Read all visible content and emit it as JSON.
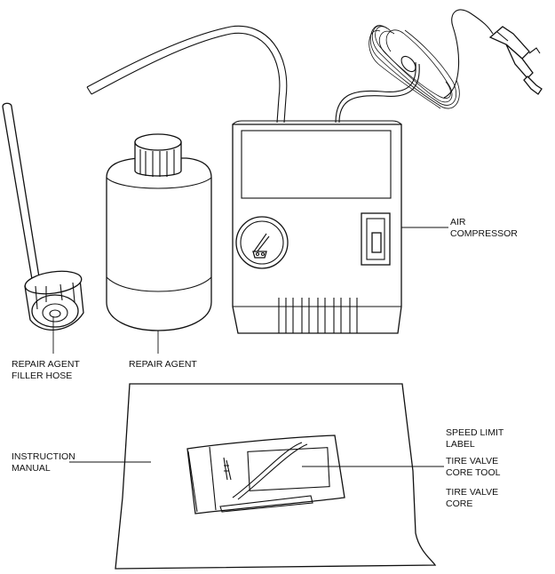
{
  "diagram": {
    "labels": {
      "air_compressor": [
        "AIR",
        "COMPRESSOR"
      ],
      "repair_agent_filler_hose": [
        "REPAIR AGENT",
        "FILLER HOSE"
      ],
      "repair_agent": [
        "REPAIR AGENT"
      ],
      "instruction_manual": [
        "INSTRUCTION",
        "MANUAL"
      ],
      "speed_limit_label": [
        "SPEED LIMIT",
        "LABEL"
      ],
      "tire_valve_core_tool": [
        "TIRE VALVE",
        "CORE TOOL"
      ],
      "tire_valve_core": [
        "TIRE VALVE",
        "CORE"
      ]
    }
  }
}
